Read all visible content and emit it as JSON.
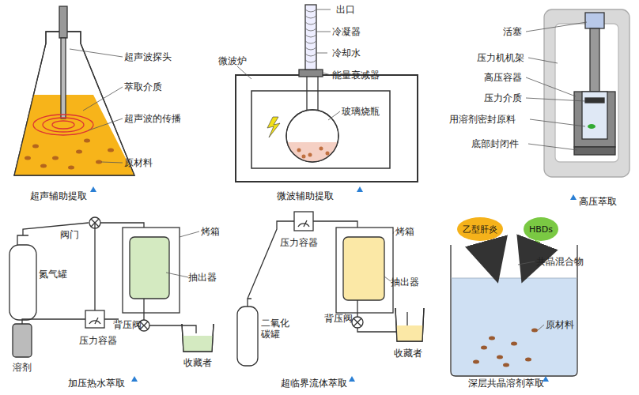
{
  "diagram": {
    "nodes": [
      {
        "text": [
          "乙型肝炎"
        ]
      },
      {
        "text": [
          "HBDs"
        ]
      }
    ],
    "labels": [
      "超声波探头",
      "萃取介质",
      "超声波的传播",
      "原材料",
      "超声辅助提取",
      "出口",
      "冷凝器",
      "冷却水",
      "微波炉",
      "能量衰减器",
      "玻璃烧瓶",
      "微波辅助提取",
      "活塞",
      "压力机机架",
      "高压容器",
      "压力介质",
      "用溶剂密封原料",
      "底部封闭件",
      "高压萃取",
      "阀门",
      "烤箱",
      "氮气罐",
      "抽出器",
      "背压阀",
      "压力容器",
      "溶剂",
      "收藏者",
      "加压热水萃取",
      "压力容器",
      "烤箱",
      "抽出器",
      "背压阀",
      "二氧化 碳罐",
      "收藏者",
      "超临界流体萃取",
      "共晶混合物",
      "原材料",
      "深层共晶溶剂萃取"
    ]
  }
}
